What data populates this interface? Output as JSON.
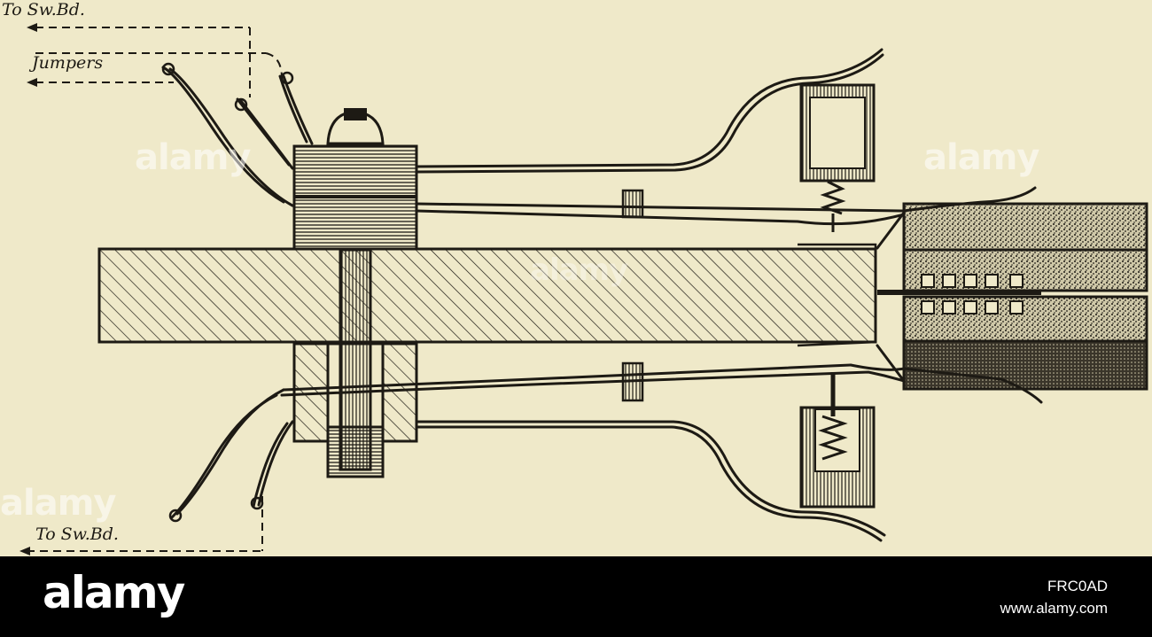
{
  "labels": {
    "top_left": "To Sw.Bd.",
    "jumpers": "Jumpers",
    "bottom_left": "To Sw.Bd."
  },
  "watermark": {
    "brand": "alamy"
  },
  "footer": {
    "logo": "alamy",
    "image_code": "FRC0AD",
    "url": "www.alamy.com"
  },
  "colors": {
    "paper": "#efe9c9",
    "ink": "#1d1a14",
    "footer_bg": "#000000"
  }
}
